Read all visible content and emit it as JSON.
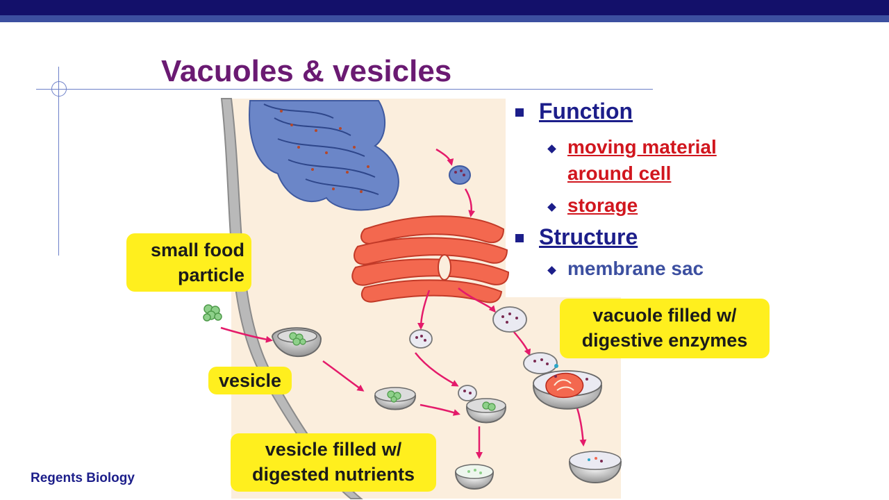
{
  "slide": {
    "title": "Vacuoles & vesicles",
    "footer": "Regents Biology"
  },
  "bullets": {
    "function_heading": "Function",
    "function_item1_line1": "moving material",
    "function_item1_line2": "around cell",
    "function_item2": "storage",
    "structure_heading": "Structure",
    "structure_item1": "membrane sac"
  },
  "labels": {
    "small_food_line1": "small food",
    "small_food_line2": "particle",
    "vesicle": "vesicle",
    "filled_nutrients_line1": "vesicle filled w/",
    "filled_nutrients_line2": "digested nutrients",
    "filled_enzymes_line1": "vacuole filled w/",
    "filled_enzymes_line2": "digestive enzymes"
  },
  "colors": {
    "title": "#6a1a72",
    "heading": "#1c1e8a",
    "highlight_red": "#d1161e",
    "label_bg": "#ffef1e",
    "cytoplasm": "#fbeedd",
    "er": "#6b86c8",
    "golgi": "#f3684f",
    "arrow": "#e41a6a"
  }
}
